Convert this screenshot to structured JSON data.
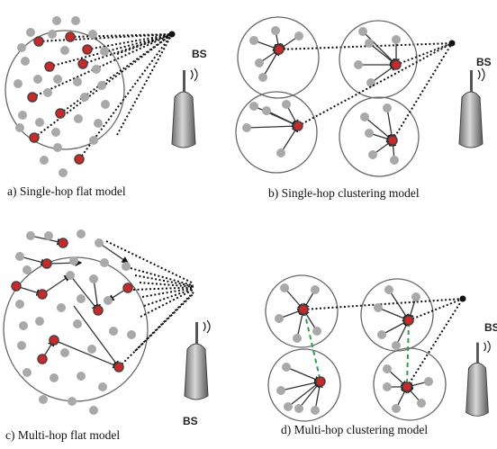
{
  "bs_label": "BS",
  "captions": {
    "a": "a)  Single-hop flat model",
    "b": "b) Single-hop clustering model",
    "c": "c) Multi-hop flat model",
    "d": "d) Multi-hop clustering model"
  },
  "colors": {
    "normal_node": "#a9a9a9",
    "cluster_head": "#d42525",
    "link": "#333333",
    "inter_cluster_link": "#2ea043",
    "circle_stroke": "#666666"
  },
  "icons": [
    "antenna-icon",
    "base-station-icon"
  ]
}
